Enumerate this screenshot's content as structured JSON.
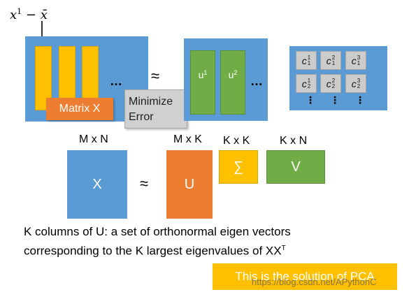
{
  "equation": {
    "base": "x",
    "sup": "1",
    "op": " − ",
    "mean": "x̄"
  },
  "top": {
    "ellipsis_left": "…",
    "matrix_x_label": "Matrix X",
    "approx": "≈",
    "min_error": [
      "Minimize",
      "Error"
    ],
    "u1": {
      "base": "u",
      "sup": "1"
    },
    "u2": {
      "base": "u",
      "sup": "2"
    },
    "ellipsis_right": "…",
    "coef_cells": [
      {
        "base": "c",
        "sup": "1",
        "sub": "1"
      },
      {
        "base": "c",
        "sup": "2",
        "sub": "1"
      },
      {
        "base": "c",
        "sup": "3",
        "sub": "1"
      },
      {
        "base": "c",
        "sup": "1",
        "sub": "2"
      },
      {
        "base": "c",
        "sup": "2",
        "sub": "2"
      },
      {
        "base": "c",
        "sup": "3",
        "sub": "2"
      }
    ],
    "coef_dots": "⋮"
  },
  "bottom": {
    "dim_x": "M x N",
    "dim_u": "M x K",
    "dim_sigma": "K x K",
    "dim_v": "K x N",
    "label_x": "X",
    "approx": "≈",
    "label_u": "U",
    "label_sigma": "∑",
    "label_v": "V"
  },
  "description": {
    "line1": "K columns of U: a set of orthonormal eigen vectors",
    "line2": "corresponding to the K largest eigenvalues of XX",
    "line2_sup": "T"
  },
  "solution": "This is the solution of PCA",
  "watermark": "https://blog.csdn.net/APythonC",
  "colors": {
    "blue": "#5b9bd5",
    "yellow": "#ffc000",
    "green": "#70ad47",
    "orange": "#ed7d31",
    "gray": "#d0d0d0"
  }
}
